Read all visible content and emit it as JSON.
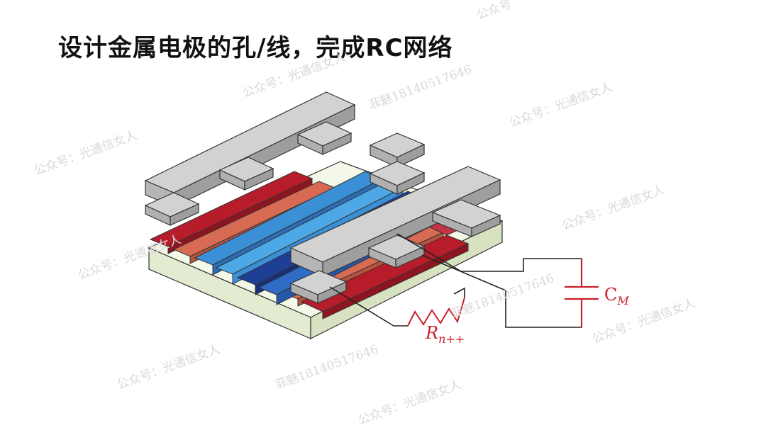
{
  "title": "设计金属电极的孔/线，完成RC网络",
  "labels": {
    "resistor": "R",
    "resistor_sub": "n++",
    "capacitor": "C",
    "capacitor_sub": "M"
  },
  "watermarks": {
    "account": "公众号：光通信女人",
    "id": "菲魅18140517646",
    "partial": "公众号"
  },
  "colors": {
    "substrate": "#eef4de",
    "silicon_red": "#b71c2a",
    "silicon_salmon": "#d76a52",
    "blue_dark": "#1f3f97",
    "blue_mid": "#2f6cc5",
    "blue_light": "#4ea8e6",
    "metal": "#bdbdbd",
    "circuit_red": "#c8202a",
    "circuit_black": "#222222"
  }
}
